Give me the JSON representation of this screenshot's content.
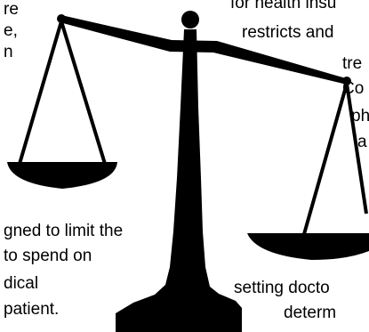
{
  "colors": {
    "ink": "#000000",
    "background": "#ffffff"
  },
  "icons": {
    "main": "balance-scale-icon"
  },
  "text_fragments": {
    "upper_left": [
      "re",
      "e,",
      "n"
    ],
    "upper_right": [
      "for health insu",
      "restricts and",
      "tre",
      "Co",
      "ph",
      "a"
    ],
    "lower_left": [
      "gned to limit the",
      "to spend on",
      "dical",
      "patient."
    ],
    "lower_right": [
      "setting docto",
      "determ"
    ]
  }
}
